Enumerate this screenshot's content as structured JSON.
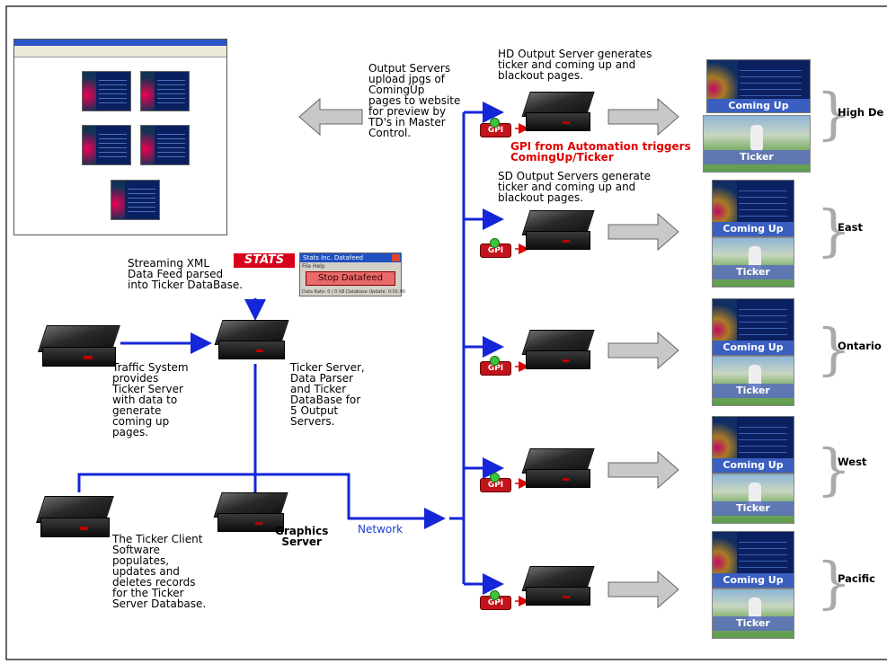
{
  "notes": {
    "output_servers_upload": "Output Servers\nupload jpgs of\nComingUp\npages to website\nfor preview by\nTD's in Master\nControl.",
    "hd_output_server": "HD Output Server generates\nticker and coming up and\nblackout pages.",
    "gpi_automation": "GPI from Automation triggers\nComingUp/Ticker",
    "sd_output_servers": "SD Output Servers generate\nticker and coming up and\nblackout pages.",
    "streaming_xml": "Streaming XML\nData Feed parsed\ninto Ticker DataBase.",
    "traffic_system": "Traffic System\nprovides\nTicker Server\nwith data to\ngenerate\ncoming up\npages.",
    "ticker_server": "Ticker Server,\nData Parser\nand Ticker\nDataBase for\n5 Output\nServers.",
    "ticker_client": "The Ticker Client\nSoftware\npopulates,\nupdates and\ndeletes records\nfor the Ticker\nServer Database.",
    "graphics_server": "Graphics\nServer",
    "network": "Network"
  },
  "stats_logo": "STATS",
  "datafeed_window": {
    "title": "Stats Inc. Datafeed",
    "menu": "File   Help",
    "button": "Stop Datafeed",
    "status": "Data Rate: 0 / 0 kB     Database Update: 0:01:00"
  },
  "gpi_label": "GPI",
  "previews": {
    "coming_up": "Coming Up",
    "ticker": "Ticker"
  },
  "regions": [
    "High De",
    "East",
    "Ontario",
    "West",
    "Pacific"
  ]
}
